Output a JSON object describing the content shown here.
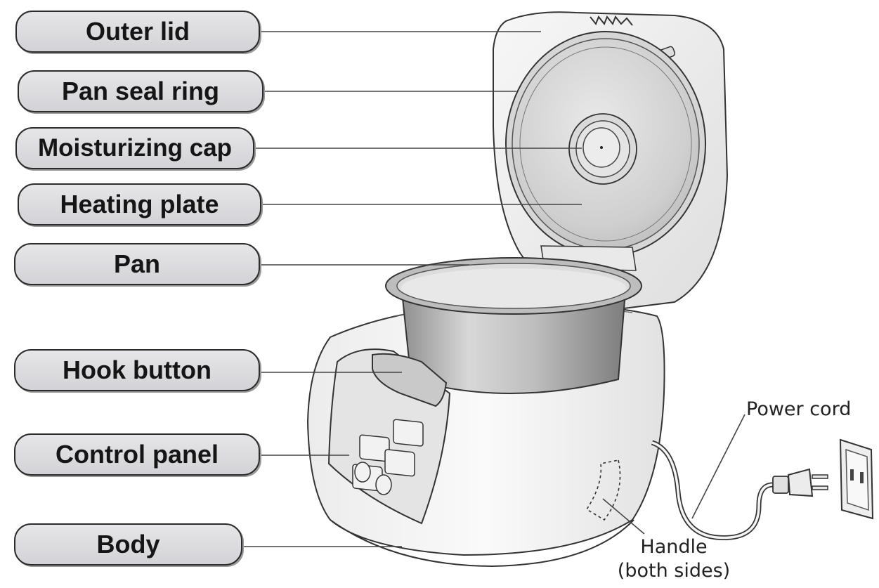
{
  "labels": {
    "outer_lid": "Outer lid",
    "pan_seal_ring": "Pan seal ring",
    "moisturizing_cap": "Moisturizing cap",
    "heating_plate": "Heating plate",
    "pan": "Pan",
    "hook_button": "Hook button",
    "control_panel": "Control panel",
    "body": "Body",
    "power_cord": "Power cord",
    "handle_line1": "Handle",
    "handle_line2": "(both sides)"
  },
  "colors": {
    "label_fill": "#dcdce0",
    "outline": "#2b2b2b",
    "leader_line": "#444444",
    "appliance_fill": "#f4f4f4",
    "pan_metal": "#c8c8c8"
  }
}
